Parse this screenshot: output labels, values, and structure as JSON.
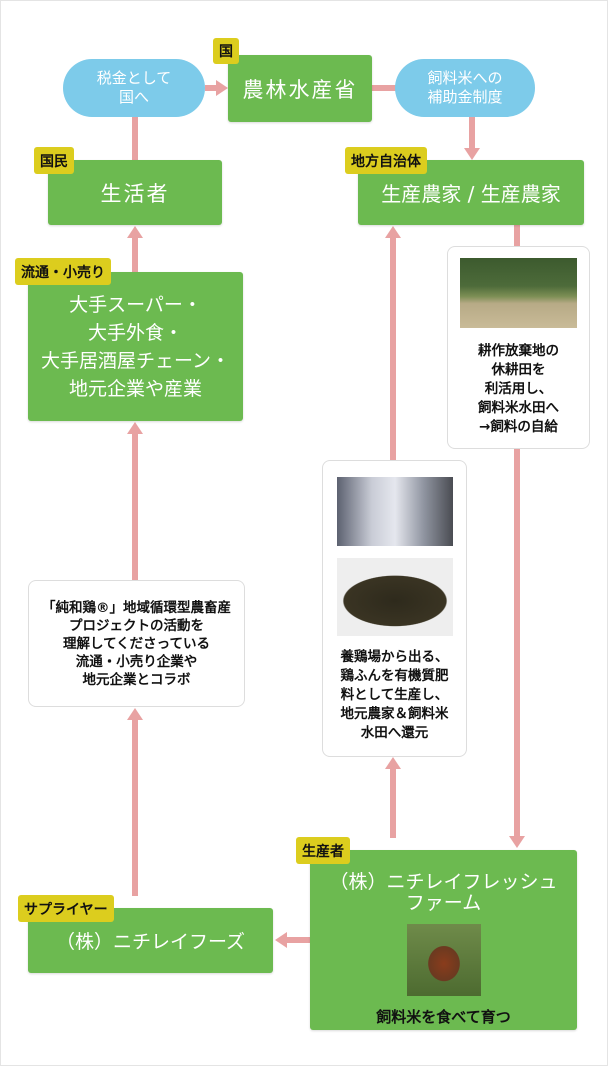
{
  "tax_bubble": "税金として\n国へ",
  "ministry": {
    "tag": "国",
    "label": "農林水産省"
  },
  "subsidy_bubble": "飼料米への\n補助金制度",
  "citizens": {
    "tag": "国民",
    "label": "生活者"
  },
  "local_gov": {
    "tag": "地方自治体",
    "label": "生産農家 / 生産農家"
  },
  "retail": {
    "tag": "流通・小売り",
    "label": "大手スーパー・\n大手外食・\n大手居酒屋チェーン・\n地元企業や産業"
  },
  "collab_note": "「純和鶏®」地域循環型農畜産\nプロジェクトの活動を\n理解してくださっている\n流通・小売り企業や\n地元企業とコラボ",
  "farmland_note": "耕作放棄地の\n休耕田を\n利活用し、\n飼料米水田へ\n→飼料の自給",
  "manure_note": "養鶏場から出る、\n鶏ふんを有機質肥\n料として生産し、\n地元農家＆飼料米\n水田へ還元",
  "supplier": {
    "tag": "サプライヤー",
    "label": "（株）ニチレイフーズ"
  },
  "producer": {
    "tag": "生産者",
    "label": "（株）ニチレイフレッシュ\nファーム",
    "caption": "飼料米を食べて育つ"
  },
  "colors": {
    "green": "#6cba50",
    "blue": "#7dcbea",
    "arrow": "#e8a2a2",
    "tag": "#dccd1e"
  }
}
